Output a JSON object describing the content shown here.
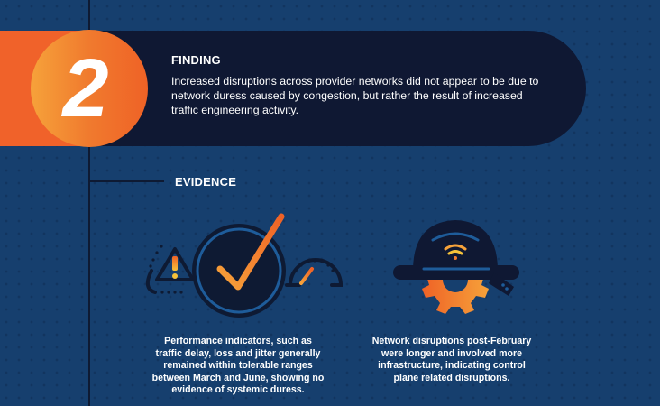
{
  "finding": {
    "number": "2",
    "title": "FINDING",
    "text": "Increased disruptions across provider networks did not appear to be due to network duress caused by congestion, but rather the result of increased traffic engineering activity."
  },
  "evidence": {
    "title": "EVIDENCE",
    "items": [
      {
        "icon": "gauge-check-warning-icon",
        "text": "Performance indicators, such as traffic delay, loss and jitter generally remained within tolerable ranges between March and June, showing no evidence of systemic duress."
      },
      {
        "icon": "hardhat-wifi-gear-icon",
        "text": "Network disruptions post-February were longer and involved more infrastructure, indicating control plane related disruptions."
      }
    ]
  },
  "colors": {
    "background": "#163f6e",
    "band": "#0f1833",
    "accent_orange": "#f07a2e",
    "accent_yellow": "#f6a23a"
  }
}
